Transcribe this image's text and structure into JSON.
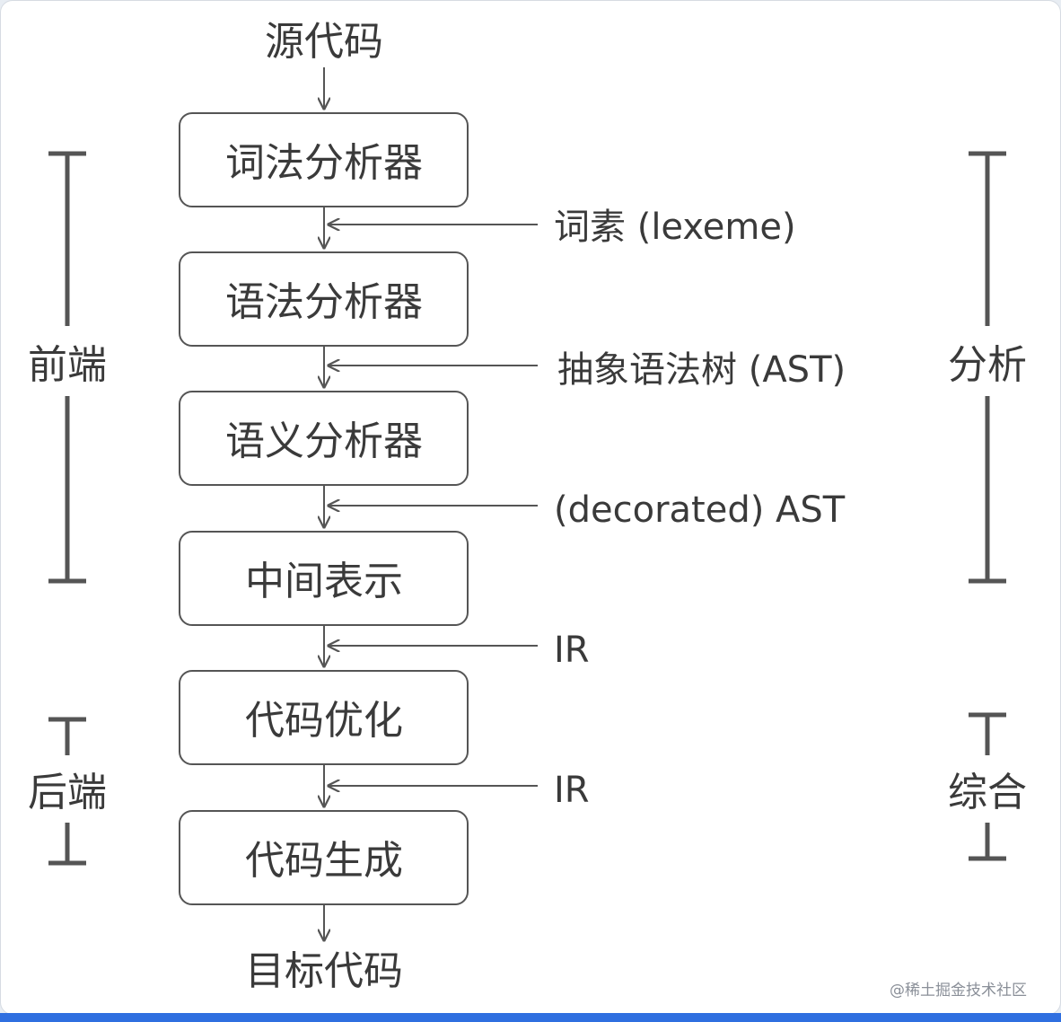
{
  "diagram": {
    "input": "源代码",
    "output": "目标代码",
    "stages": [
      "词法分析器",
      "语法分析器",
      "语义分析器",
      "中间表示",
      "代码优化",
      "代码生成"
    ],
    "edge_labels": [
      "词素 (lexeme)",
      "抽象语法树 (AST)",
      "(decorated) AST",
      "IR",
      "IR"
    ],
    "left_groups": {
      "frontend": "前端",
      "backend": "后端"
    },
    "right_groups": {
      "analysis": "分析",
      "synthesis": "综合"
    }
  },
  "watermark": "@稀土掘金技术社区",
  "colors": {
    "line": "#555555",
    "text": "#3a3a3a",
    "accent": "#2f6fe0"
  }
}
